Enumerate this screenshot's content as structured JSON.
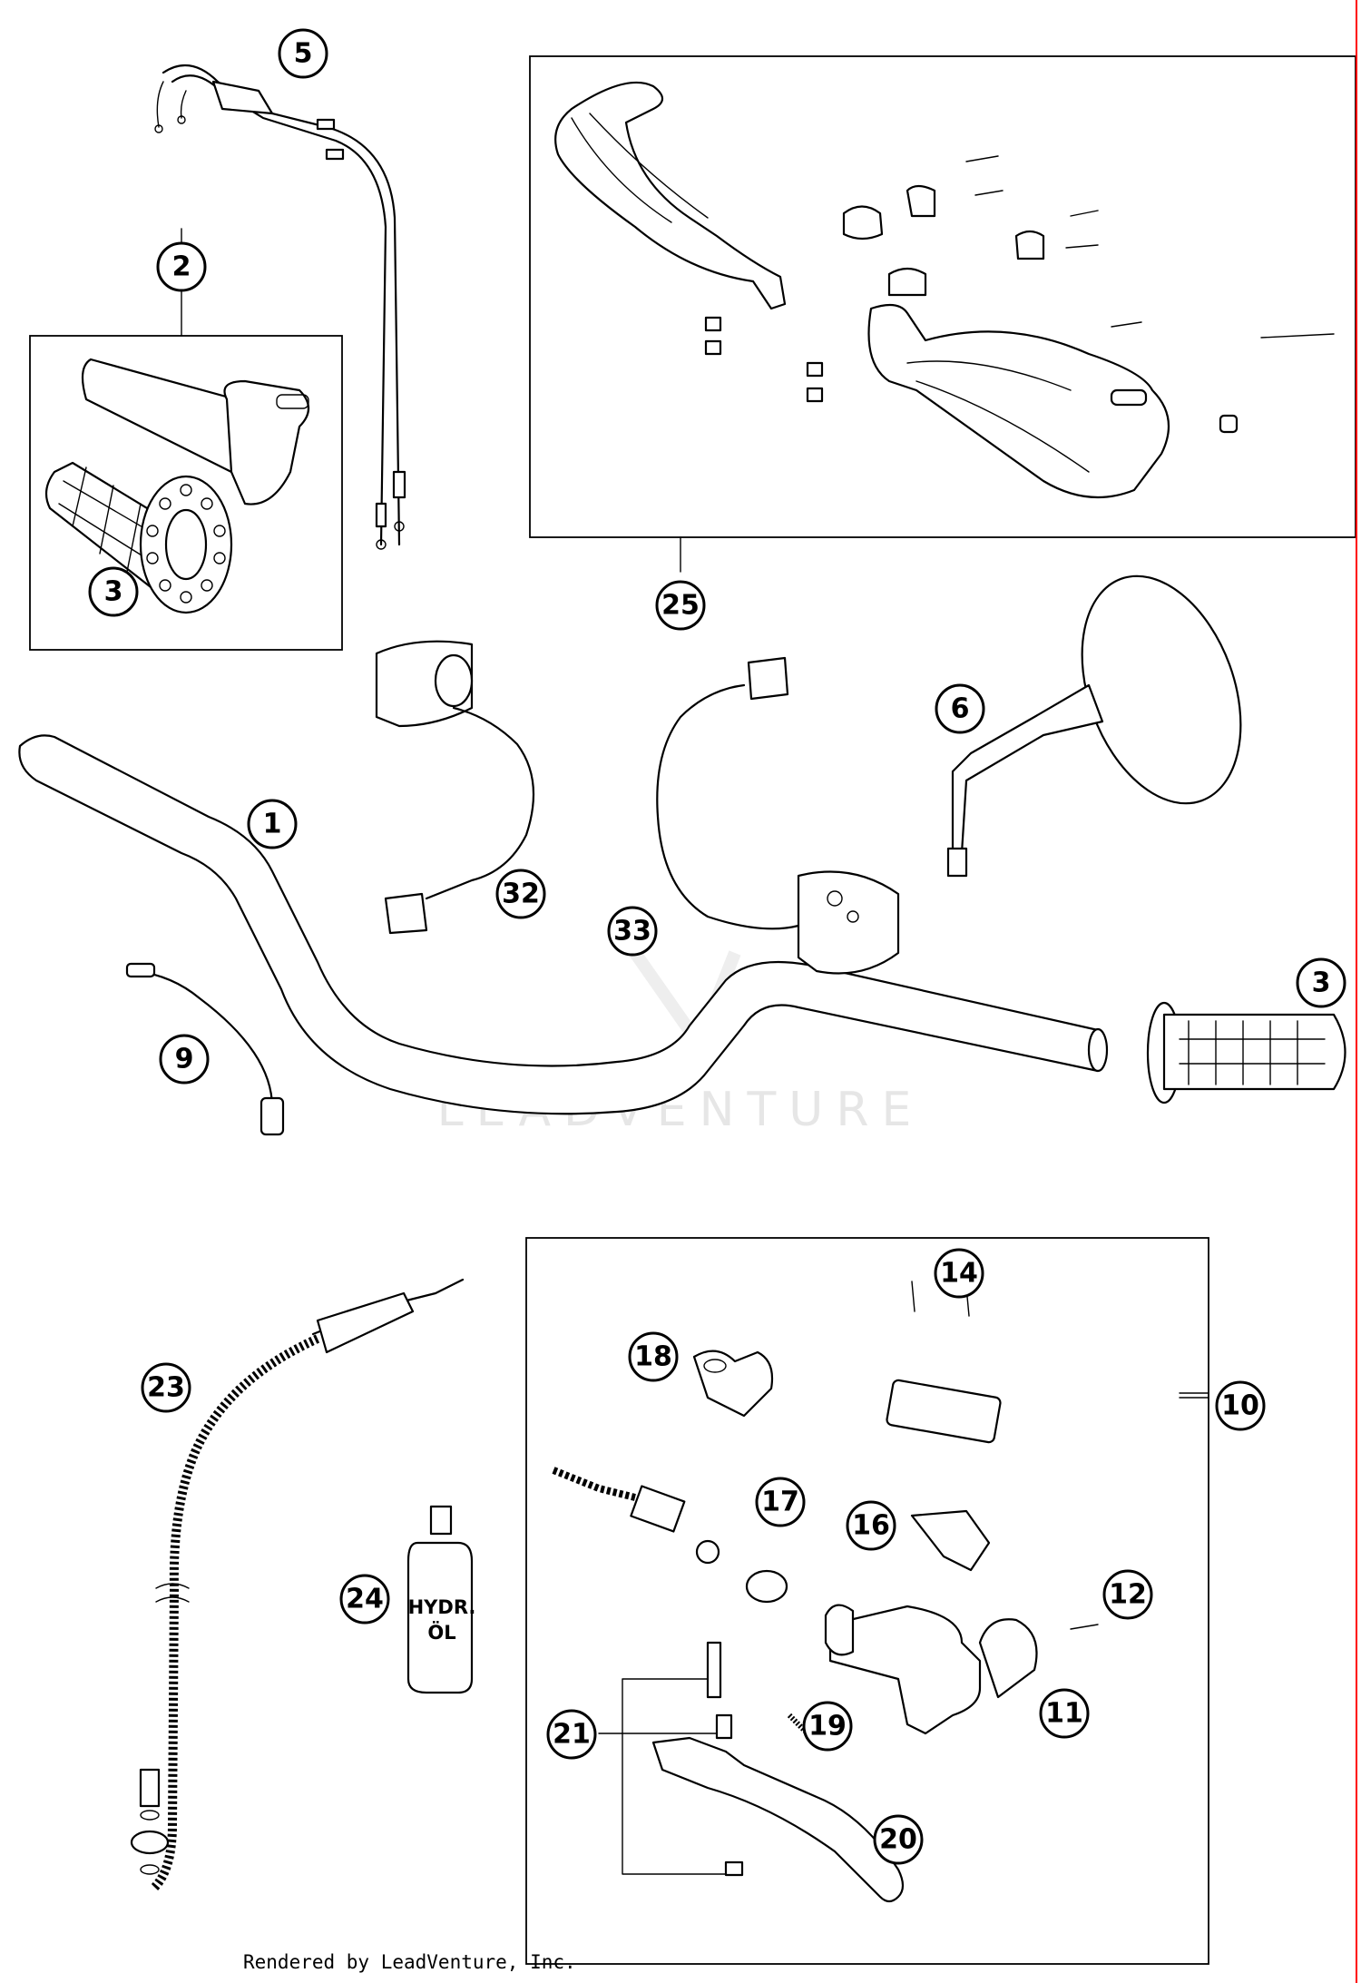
{
  "diagram": {
    "callouts": [
      "1",
      "2",
      "3",
      "3",
      "5",
      "6",
      "9",
      "10",
      "11",
      "12",
      "14",
      "16",
      "17",
      "18",
      "19",
      "20",
      "21",
      "23",
      "24",
      "25",
      "32",
      "33"
    ],
    "watermark": "LEADVENTURE",
    "oil_bottle_label": [
      "HYDR.",
      "ÖL"
    ]
  },
  "footer": {
    "rendered_by": "Rendered by LeadVenture, Inc."
  },
  "colors": {
    "line": "#000000",
    "edge_accent": "#ff0000",
    "watermark": "#e6e6e6"
  }
}
